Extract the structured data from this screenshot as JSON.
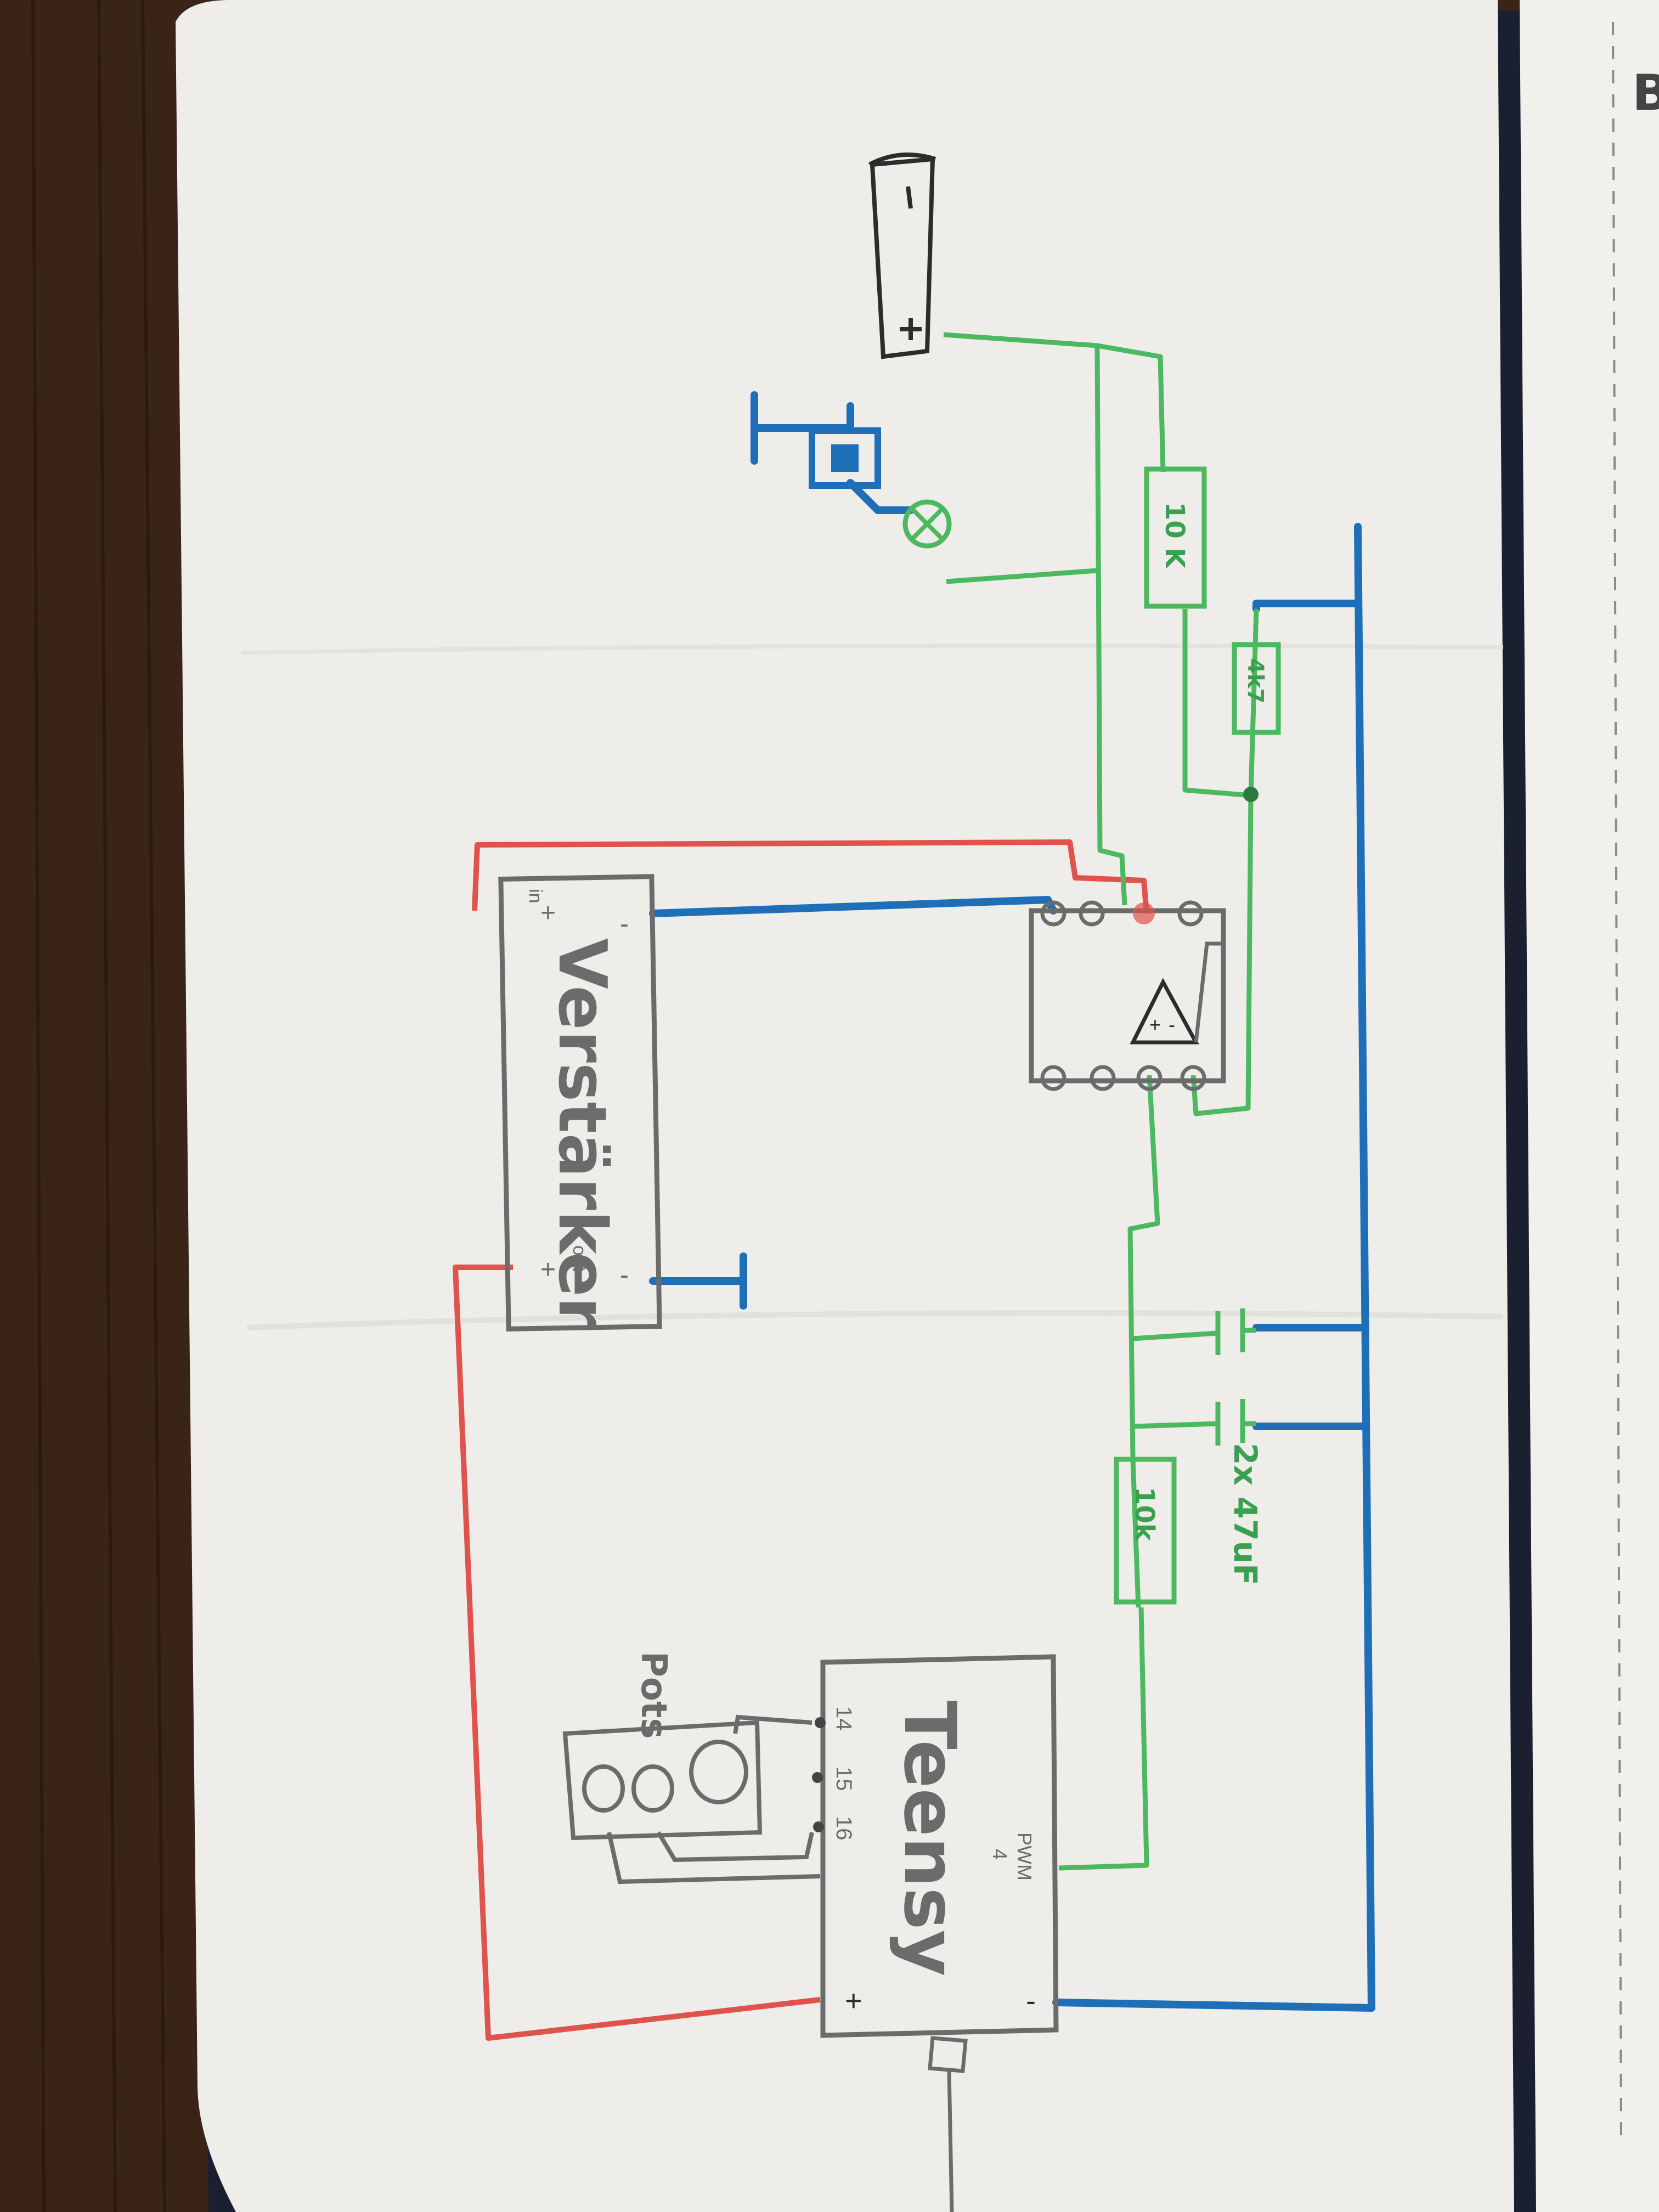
{
  "labels": {
    "resistor_top": "10 K",
    "resistor_small": "4k7",
    "resistor_bottom": "10k",
    "capacitors": "2x 47uF",
    "amplifier_module": "Verstärker",
    "microcontroller": "Teensy",
    "pin_pwm": "PWM",
    "pin_pwm_num": "4",
    "pin_14": "14",
    "pin_15": "15",
    "pin_16": "16",
    "pots": "Pots",
    "plus": "+",
    "minus": "-",
    "in": "in",
    "out": "out",
    "op_plus": "+",
    "op_minus": "-",
    "page_letter": "B"
  },
  "colors": {
    "wood": "#3a2418",
    "paper": "#eeedea",
    "paper_shadow": "#d6d4cf",
    "pencil": "#6b6b6b",
    "ground_wire": "#1f6fb8",
    "signal_wire": "#4cb860",
    "power_wire": "#e0524c",
    "ink": "#2c2c2c"
  },
  "icons": [
    "jack-plug-icon",
    "lamp-icon",
    "potentiometer-icon",
    "ground-symbol-icon",
    "op-amp-icon"
  ]
}
